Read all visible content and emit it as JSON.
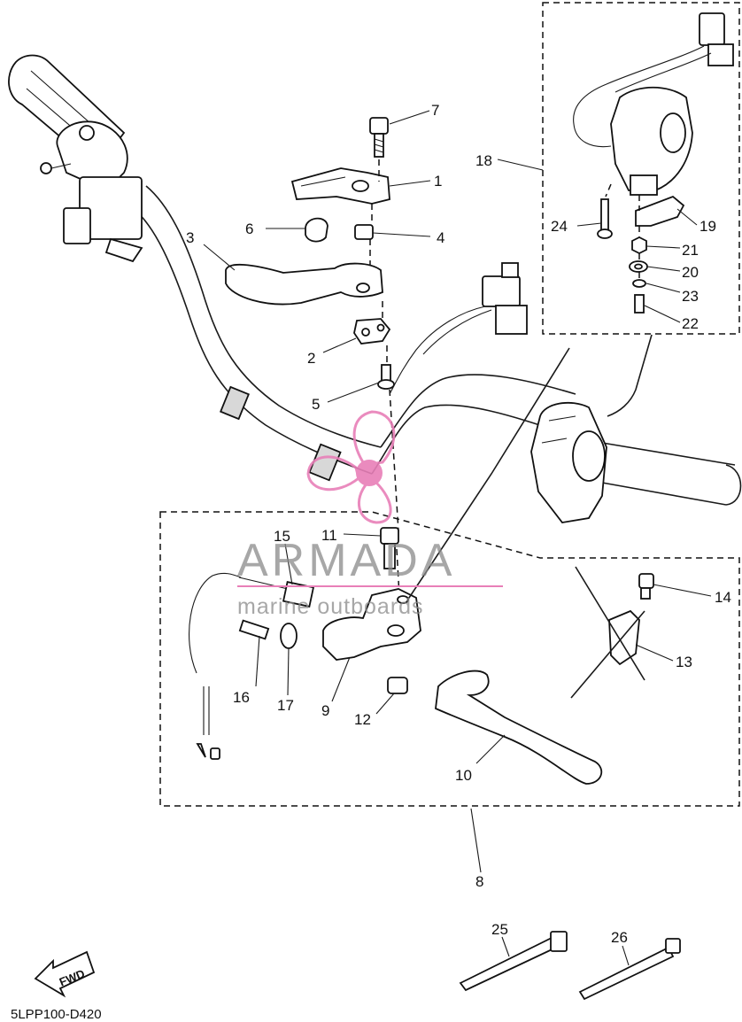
{
  "diagram": {
    "part_labels": [
      "1",
      "2",
      "3",
      "4",
      "5",
      "6",
      "7",
      "8",
      "9",
      "10",
      "11",
      "12",
      "13",
      "14",
      "15",
      "16",
      "17",
      "18",
      "19",
      "20",
      "21",
      "22",
      "23",
      "24",
      "25",
      "26"
    ],
    "direction_marker": "FWD",
    "drawing_code": "5LPP100-D420"
  },
  "watermark": {
    "brand": "ARMADA",
    "tagline": "marine outboards",
    "accent_color": "#e87fb8"
  }
}
